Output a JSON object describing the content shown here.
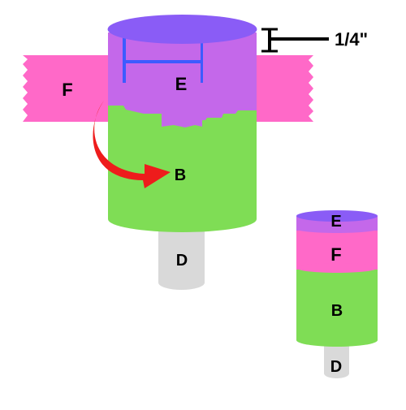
{
  "labels": {
    "main_tape_left": "F",
    "main_top_layer": "E",
    "main_body": "B",
    "main_stem": "D",
    "dimension": "1/4\"",
    "stack_top": "E",
    "stack_middle": "F",
    "stack_body": "B",
    "stack_stem": "D"
  },
  "colors": {
    "purple_top": "#8A5CF6",
    "blue_inner": "#3D5BFF",
    "magenta_wrap": "#C468EA",
    "pink_tape": "#FF69C8",
    "green_body": "#7FDD55",
    "gray_stem": "#D9D9D9",
    "red_arrow": "#EE1C1C",
    "black": "#000000"
  }
}
